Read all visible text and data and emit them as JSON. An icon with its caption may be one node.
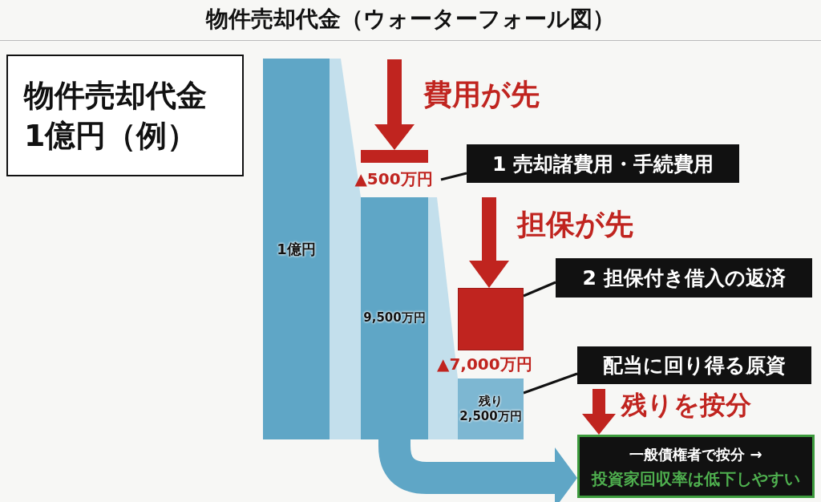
{
  "diagram": {
    "title": "物件売却代金（ウォーターフォール図）",
    "nodes": [
      {
        "text": [
          "物件売却代金",
          "1億円（例）"
        ]
      },
      {
        "text": [
          "1億円"
        ]
      },
      {
        "text": [],
        "shape": "bar"
      },
      {
        "text": [
          "▲500万円"
        ]
      },
      {
        "text": [
          "9,500万円"
        ]
      },
      {
        "text": [],
        "shape": "box",
        "beside": [
          "▲7,000万円"
        ]
      },
      {
        "text": [
          "残り",
          "2,500万円"
        ]
      },
      {
        "text": [
          "1 売却諸費用・手続費用"
        ]
      },
      {
        "text": [
          "2 担保付き借入の返済"
        ]
      },
      {
        "text": [
          "配当に回り得る原資"
        ]
      },
      {
        "text": [
          "一般債権者で按分 →",
          "投資家回収率は低下しやすい"
        ]
      }
    ],
    "edges": [
      {
        "from": null,
        "to": 2,
        "arrow": "to",
        "label": "費用が先"
      },
      {
        "from": null,
        "to": 5,
        "arrow": "to",
        "label": "担保が先"
      },
      {
        "from": 9,
        "to": 10,
        "arrow": "to",
        "label": "残りを按分"
      },
      {
        "from": 4,
        "to": 10,
        "arrow": "to",
        "style": "thick",
        "color": "#5fa6c6"
      },
      {
        "from": 7,
        "to": 3,
        "arrow": "none",
        "color": "#111111"
      },
      {
        "from": 8,
        "to": 5,
        "arrow": "none",
        "color": "#111111"
      },
      {
        "from": 9,
        "to": 6,
        "arrow": "none",
        "color": "#111111"
      }
    ]
  }
}
